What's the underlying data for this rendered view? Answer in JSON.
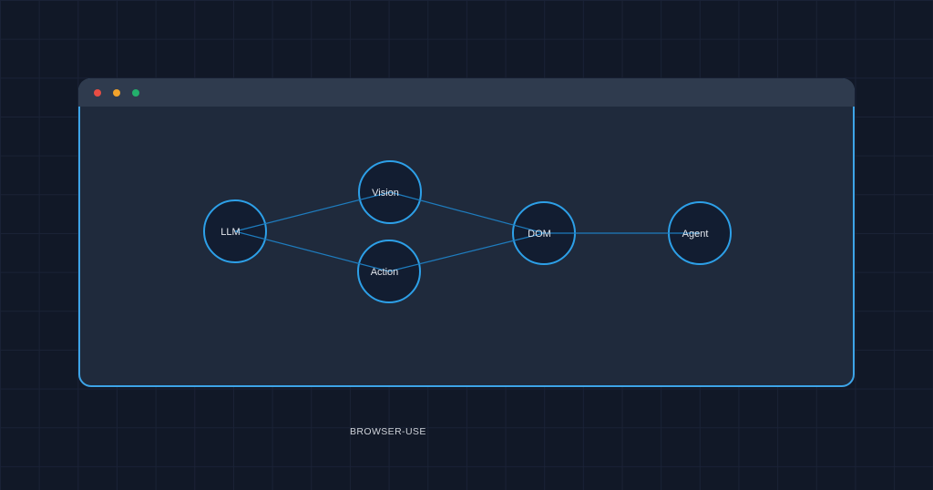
{
  "page": {
    "footer_label": "BROWSER-USE",
    "background_color": "#111827",
    "grid_line_color": "#1a2236"
  },
  "window": {
    "accent_border_color": "#3da4e8",
    "body_color": "#1f2a3c",
    "titlebar": {
      "color": "#2f3b4e",
      "traffic_lights": [
        {
          "name": "close",
          "color": "#e84d44"
        },
        {
          "name": "minimize",
          "color": "#f2a32b"
        },
        {
          "name": "maximize",
          "color": "#23b06c"
        }
      ]
    }
  },
  "diagram": {
    "type": "node-graph",
    "nodes": [
      {
        "id": "llm",
        "label": "LLM"
      },
      {
        "id": "vision",
        "label": "Vision"
      },
      {
        "id": "action",
        "label": "Action"
      },
      {
        "id": "dom",
        "label": "DOM"
      },
      {
        "id": "agent",
        "label": "Agent"
      }
    ],
    "edges": [
      {
        "from": "llm",
        "to": "vision"
      },
      {
        "from": "llm",
        "to": "action"
      },
      {
        "from": "vision",
        "to": "dom"
      },
      {
        "from": "action",
        "to": "dom"
      },
      {
        "from": "dom",
        "to": "agent"
      }
    ],
    "node_fill_color": "#121d31",
    "node_border_color": "#2da0e8",
    "edge_color": "#1e7cbe",
    "label_color": "#e2e6ec"
  }
}
